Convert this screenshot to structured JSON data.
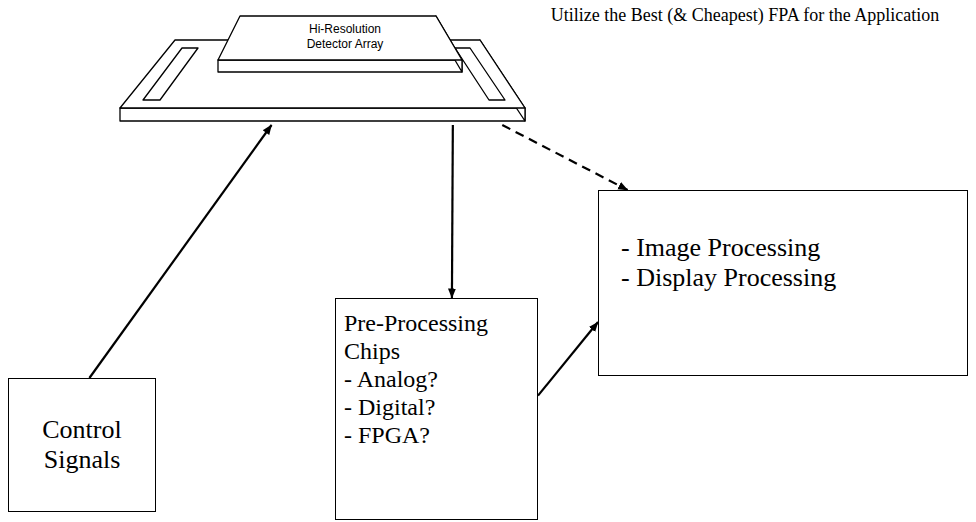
{
  "diagram": {
    "title": "Utilize the Best (& Cheapest) FPA for the Application",
    "nodes": [
      {
        "text": [
          "Hi-Resolution Detector Array"
        ]
      },
      {
        "text": [
          "- Image Processing",
          "- Display Processing"
        ]
      },
      {
        "text": [
          "Pre-Processing Chips",
          "- Analog?",
          "- Digital?",
          "- FPGA?"
        ]
      },
      {
        "text": [
          "Control Signals"
        ]
      }
    ],
    "edges": [
      {
        "from": 3,
        "to": 0,
        "arrow": "to"
      },
      {
        "from": 0,
        "to": 2,
        "arrow": "to"
      },
      {
        "from": 2,
        "to": 1,
        "arrow": "to"
      },
      {
        "from": 0,
        "to": 1,
        "arrow": "to"
      }
    ]
  }
}
